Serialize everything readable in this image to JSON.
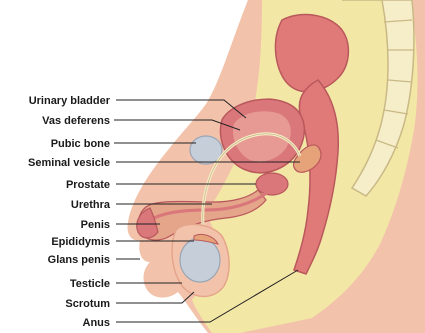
{
  "labels": [
    "Urinary bladder",
    "Vas deferens",
    "Pubic bone",
    "Seminal vesicle",
    "Prostate",
    "Urethra",
    "Penis",
    "Epididymis",
    "Glans penis",
    "Testicle",
    "Scrotum",
    "Anus"
  ],
  "colors": {
    "skin": "#f2c2ab",
    "skin_shadow": "#e4a58a",
    "fat": "#f3e7a6",
    "muscle": "#e07a78",
    "organ": "#d9777a",
    "organ_dark": "#b9585c",
    "bone": "#f6edc9",
    "bone_edge": "#c9b985",
    "testicle": "#c6ced9",
    "leader": "#222222"
  }
}
